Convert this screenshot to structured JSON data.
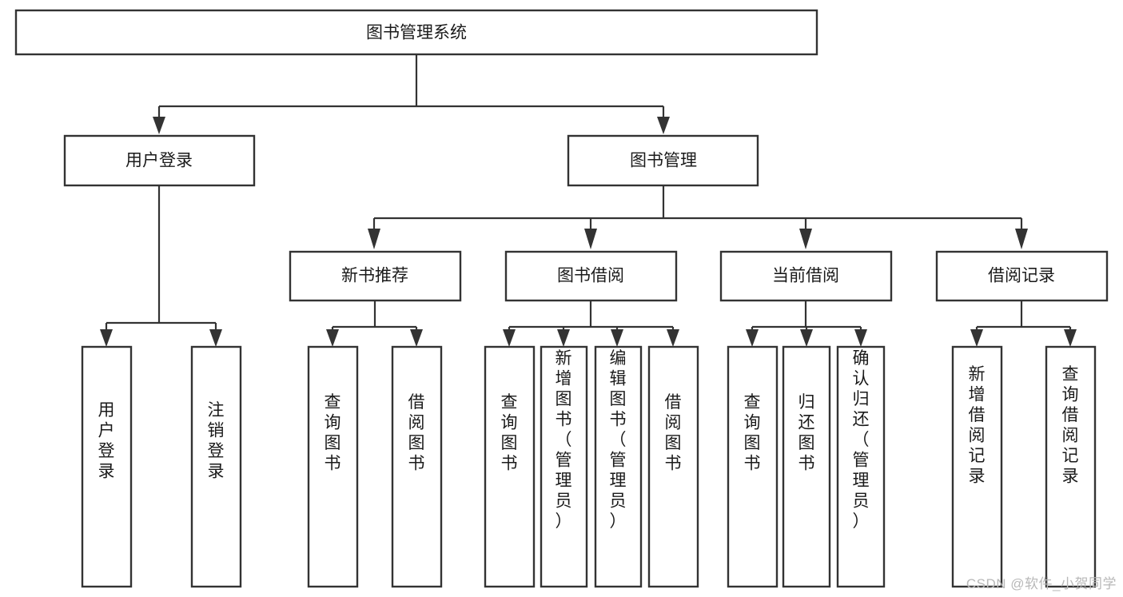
{
  "diagram": {
    "type": "tree",
    "title": "图书管理系统",
    "orientation": "top-down",
    "colors": {
      "box_fill": "#ffffff",
      "box_stroke": "#333333",
      "connector": "#333333",
      "text": "#1a1a1a",
      "watermark": "#b8b8b8"
    },
    "root": {
      "label": "图书管理系统"
    },
    "level2": [
      {
        "label": "用户登录"
      },
      {
        "label": "图书管理"
      }
    ],
    "level3": [
      {
        "label": "新书推荐"
      },
      {
        "label": "图书借阅"
      },
      {
        "label": "当前借阅"
      },
      {
        "label": "借阅记录"
      }
    ],
    "leaves": {
      "user_login": [
        {
          "label": "用户登录"
        },
        {
          "label": "注销登录"
        }
      ],
      "new_book_recommend": [
        {
          "label": "查询图书"
        },
        {
          "label": "借阅图书"
        }
      ],
      "book_borrow": [
        {
          "label": "查询图书"
        },
        {
          "label": "新增图书（管理员）"
        },
        {
          "label": "编辑图书（管理员）"
        },
        {
          "label": "借阅图书"
        }
      ],
      "current_borrow": [
        {
          "label": "查询图书"
        },
        {
          "label": "归还图书"
        },
        {
          "label": "确认归还（管理员）"
        }
      ],
      "borrow_record": [
        {
          "label": "新增借阅记录"
        },
        {
          "label": "查询借阅记录"
        }
      ]
    }
  },
  "watermark": {
    "text": "CSDN @软件_小贺同学"
  }
}
